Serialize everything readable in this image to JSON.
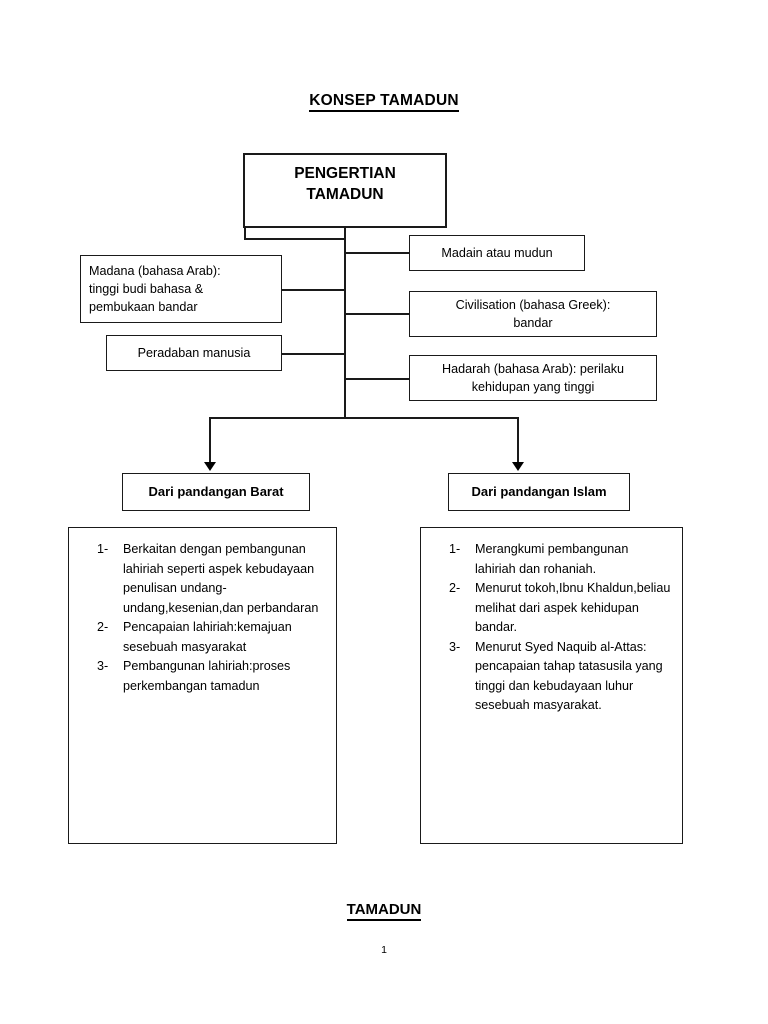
{
  "document": {
    "title": "KONSEP TAMADUN",
    "footer_title": "TAMADUN",
    "page_number": "1"
  },
  "diagram": {
    "root": {
      "label": "PENGERTIAN\nTAMADUN"
    },
    "left_nodes": [
      {
        "label": "Madana (bahasa Arab):\ntinggi budi bahasa &\npembukaan bandar"
      },
      {
        "label": "Peradaban manusia"
      }
    ],
    "right_nodes": [
      {
        "label": "Madain atau mudun"
      },
      {
        "label": "Civilisation (bahasa Greek):\nbandar"
      },
      {
        "label": "Hadarah (bahasa Arab): perilaku\nkehidupan yang tinggi"
      }
    ],
    "branches": [
      {
        "heading": "Dari pandangan Barat",
        "items": [
          {
            "marker": "1-",
            "text": "Berkaitan dengan pembangunan lahiriah seperti aspek kebudayaan penulisan undang-undang,kesenian,dan perbandaran"
          },
          {
            "marker": "2-",
            "text": "Pencapaian lahiriah:kemajuan sesebuah masyarakat"
          },
          {
            "marker": "3-",
            "text": "Pembangunan lahiriah:proses perkembangan tamadun"
          }
        ]
      },
      {
        "heading": "Dari pandangan Islam",
        "items": [
          {
            "marker": "1-",
            "text": "Merangkumi pembangunan lahiriah dan rohaniah."
          },
          {
            "marker": "2-",
            "text": "Menurut tokoh,Ibnu Khaldun,beliau melihat dari aspek kehidupan bandar."
          },
          {
            "marker": "3-",
            "text": "Menurut Syed Naquib al-Attas: pencapaian tahap tatasusila yang tinggi dan kebudayaan luhur sesebuah masyarakat."
          }
        ]
      }
    ],
    "colors": {
      "stroke": "#1a1a1a",
      "background": "#ffffff",
      "text": "#000000"
    }
  }
}
